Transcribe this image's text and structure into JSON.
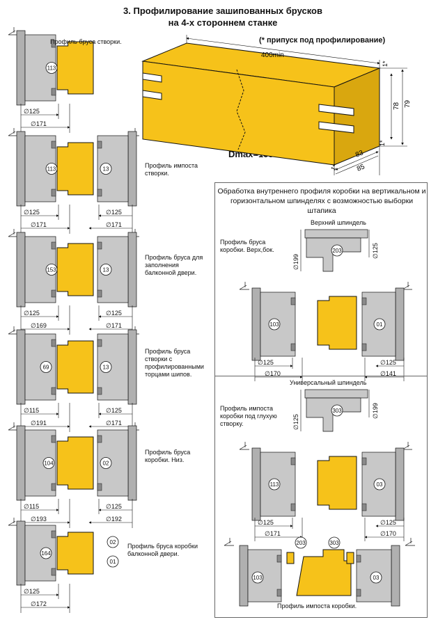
{
  "title": {
    "line1": "3. Профилирование зашипованных брусков",
    "line2": "на 4-х стороннем станке"
  },
  "note": "(* припуск под профилирование)",
  "dmax": "Dmax=195",
  "bar": {
    "length": "400min",
    "dim_79": "79",
    "dim_78": "78",
    "dim_83": "83",
    "dim_85": "85",
    "allow_1": "1*"
  },
  "left": [
    {
      "label": "Профиль бруса створки.",
      "tool_a": "113",
      "d1": "∅125",
      "d2": "∅171"
    },
    {
      "label": "Профиль импоста створки.",
      "tool_a": "113",
      "tool_b": "13",
      "d1": "∅125",
      "d2": "∅171",
      "d3": "∅125",
      "d4": "∅171"
    },
    {
      "label": "Профиль бруса для заполнения балконной двери.",
      "tool_a": "153",
      "tool_b": "13",
      "d1": "∅125",
      "d2": "∅169",
      "d3": "∅125",
      "d4": "∅171"
    },
    {
      "label": "Профиль бруса створки с профилированными торцами шипов.",
      "tool_a": "69",
      "tool_b": "13",
      "d1": "∅115",
      "d2": "∅191",
      "d3": "∅125",
      "d4": "∅171"
    },
    {
      "label": "Профиль бруса коробки. Низ.",
      "tool_a": "104",
      "tool_b": "02",
      "d1": "∅115",
      "d2": "∅193",
      "d3": "∅125",
      "d4": "∅192"
    },
    {
      "label": "Профиль бруса коробки балконной двери.",
      "tool_a": "164",
      "tool_b": "02",
      "tool_c": "01",
      "d1": "∅125",
      "d2": "∅172"
    }
  ],
  "box": {
    "title": "Обработка внутреннего профиля коробки на вертикальном и горизонтальном шпинделях с возможностью выборки штапика",
    "top": {
      "spindle": "Верхний шпиндель",
      "label": "Профиль бруса коробки. Верх,бок.",
      "tool_top": "203",
      "d_top1": "∅199",
      "d_top2": "∅125",
      "tool_a": "103",
      "tool_b": "01",
      "d1": "∅125",
      "d2": "∅170",
      "d3": "∅125",
      "d4": "∅141"
    },
    "bottom": {
      "spindle": "Универсальный шпиндель",
      "label": "Профиль импоста коробки под глухую створку.",
      "tool_top": "303",
      "d_top1": "∅125",
      "d_top2": "∅199",
      "tool_a": "113",
      "tool_b": "03",
      "d1": "∅125",
      "d2": "∅171",
      "d3": "∅125",
      "d4": "∅170",
      "tool_c": "203",
      "tool_d": "303",
      "tool_e": "103",
      "tool_f": "03",
      "label2": "Профиль импоста коробки."
    }
  },
  "colors": {
    "wood": "#F6C21A",
    "tool": "#C8C8C8",
    "tool_dark": "#8A8A8A",
    "line": "#111111"
  }
}
